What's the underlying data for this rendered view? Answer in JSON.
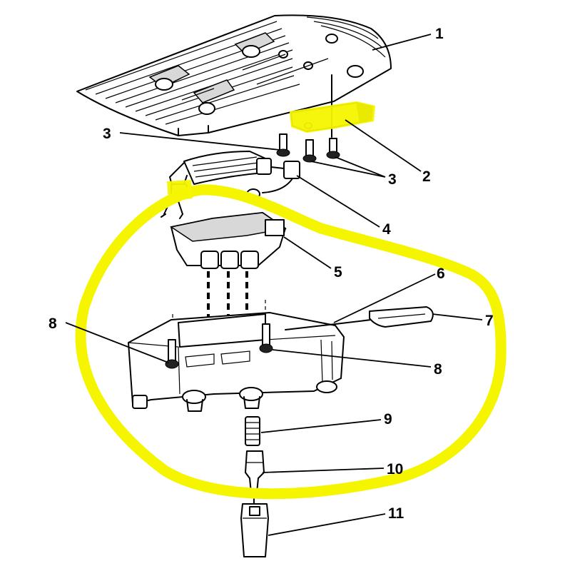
{
  "colors": {
    "highlight": "#f5f500",
    "ink": "#000000"
  },
  "callouts": [
    {
      "id": "1",
      "label": "1"
    },
    {
      "id": "2",
      "label": "2"
    },
    {
      "id": "3a",
      "label": "3"
    },
    {
      "id": "3b",
      "label": "3"
    },
    {
      "id": "4",
      "label": "4"
    },
    {
      "id": "5",
      "label": "5"
    },
    {
      "id": "6",
      "label": "6"
    },
    {
      "id": "7",
      "label": "7"
    },
    {
      "id": "8a",
      "label": "8"
    },
    {
      "id": "8b",
      "label": "8"
    },
    {
      "id": "9",
      "label": "9"
    },
    {
      "id": "10",
      "label": "10"
    },
    {
      "id": "11",
      "label": "11"
    }
  ]
}
